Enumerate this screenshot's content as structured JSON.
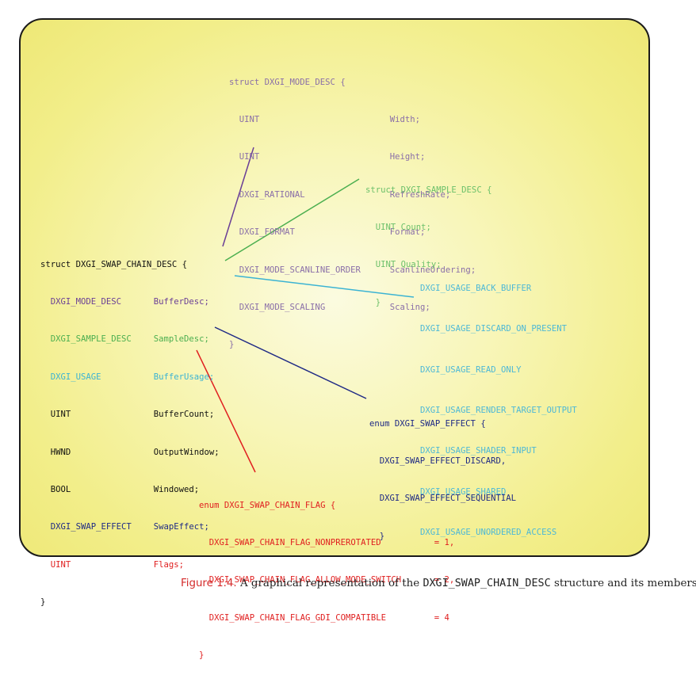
{
  "mode_desc": {
    "header": "struct DXGI_MODE_DESC {",
    "members": [
      {
        "type": "UINT",
        "name": "Width;"
      },
      {
        "type": "UINT",
        "name": "Height;"
      },
      {
        "type": "DXGI_RATIONAL",
        "name": "RefreshRate;"
      },
      {
        "type": "DXGI_FORMAT",
        "name": "Format;"
      },
      {
        "type": "DXGI_MODE_SCANLINE_ORDER",
        "name": "ScanlineOrdering;"
      },
      {
        "type": "DXGI_MODE_SCALING",
        "name": "Scaling;"
      }
    ],
    "close": "}"
  },
  "sample_desc": {
    "header": "struct DXGI_SAMPLE_DESC {",
    "members": [
      "UINT Count;",
      "UINT Quality;"
    ],
    "close": "}"
  },
  "swap_chain_desc": {
    "header": "struct DXGI_SWAP_CHAIN_DESC {",
    "members": [
      {
        "type": "DXGI_MODE_DESC",
        "name": "BufferDesc;"
      },
      {
        "type": "DXGI_SAMPLE_DESC",
        "name": "SampleDesc;"
      },
      {
        "type": "DXGI_USAGE",
        "name": "BufferUsage;"
      },
      {
        "type": "UINT",
        "name": "BufferCount;"
      },
      {
        "type": "HWND",
        "name": "OutputWindow;"
      },
      {
        "type": "BOOL",
        "name": "Windowed;"
      },
      {
        "type": "DXGI_SWAP_EFFECT",
        "name": "SwapEffect;"
      },
      {
        "type": "UINT",
        "name": "Flags;"
      }
    ],
    "close": "}"
  },
  "usage_values": [
    "DXGI_USAGE_BACK_BUFFER",
    "DXGI_USAGE_DISCARD_ON_PRESENT",
    "DXGI_USAGE_READ_ONLY",
    "DXGI_USAGE_RENDER_TARGET_OUTPUT",
    "DXGI_USAGE_SHADER_INPUT",
    "DXGI_USAGE_SHARED",
    "DXGI_USAGE_UNORDERED_ACCESS"
  ],
  "swap_effect": {
    "header": "enum DXGI_SWAP_EFFECT {",
    "members": [
      "DXGI_SWAP_EFFECT_DISCARD,",
      "DXGI_SWAP_EFFECT_SEQUENTIAL"
    ],
    "close": "}"
  },
  "chain_flag": {
    "header": "enum DXGI_SWAP_CHAIN_FLAG {",
    "members": [
      {
        "name": "DXGI_SWAP_CHAIN_FLAG_NONPREROTATED",
        "value": "= 1,"
      },
      {
        "name": "DXGI_SWAP_CHAIN_FLAG_ALLOW_MODE_SWITCH",
        "value": "= 2,"
      },
      {
        "name": "DXGI_SWAP_CHAIN_FLAG_GDI_COMPATIBLE",
        "value": "= 4"
      }
    ],
    "close": "}"
  },
  "caption": {
    "figure_label": "Figure 1.4.",
    "text_before": "A graphical representation of the",
    "struct_name": "DXGI_SWAP_CHAIN_DESC",
    "text_after": "structure and its members."
  },
  "colors": {
    "mode_desc": "#8a6fa8",
    "sample_desc": "#6cc06a",
    "usage": "#4db8d6",
    "swap_effect": "#1f2a85",
    "chain_flag": "#e02020"
  }
}
